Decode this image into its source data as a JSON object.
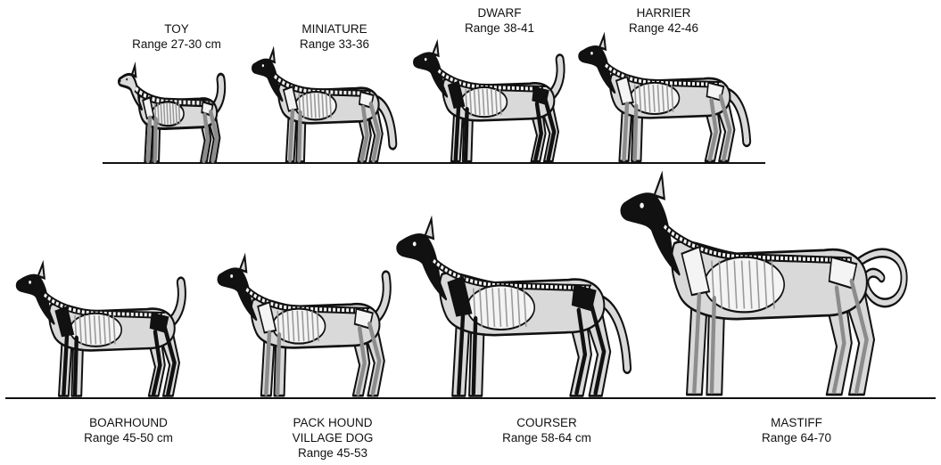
{
  "figure": {
    "colors": {
      "body_fill": "#d9d9d9",
      "outline": "#111111",
      "bone_light": "#f4f4f4",
      "bone_dark": "#111111",
      "ground_line": "#111111"
    },
    "rows": [
      {
        "name": "top-row",
        "dogs": [
          {
            "id": "toy",
            "name": "TOY",
            "range": "Range 27-30 cm"
          },
          {
            "id": "miniature",
            "name": "MINIATURE",
            "range": "Range 33-36"
          },
          {
            "id": "dwarf",
            "name": "DWARF",
            "range": "Range 38-41"
          },
          {
            "id": "harrier",
            "name": "HARRIER",
            "range": "Range 42-46"
          }
        ]
      },
      {
        "name": "bottom-row",
        "dogs": [
          {
            "id": "boarhound",
            "name": "BOARHOUND",
            "range": "Range 45-50 cm"
          },
          {
            "id": "pack-hound",
            "name": "PACK HOUND",
            "name2": "VILLAGE DOG",
            "range": "Range 45-53"
          },
          {
            "id": "courser",
            "name": "COURSER",
            "range": "Range 58-64 cm"
          },
          {
            "id": "mastiff",
            "name": "MASTIFF",
            "range": "Range 64-70"
          }
        ]
      }
    ]
  }
}
